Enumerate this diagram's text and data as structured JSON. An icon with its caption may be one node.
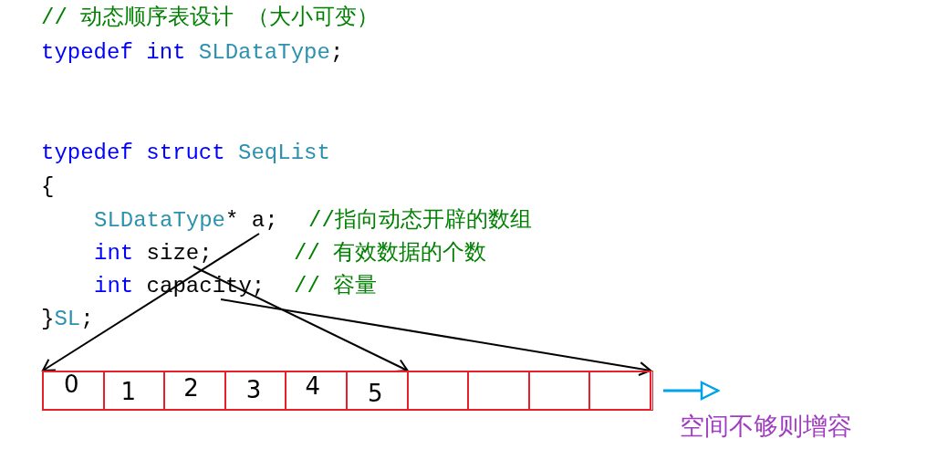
{
  "diagram": {
    "nodes": [
      {
        "text": [
          "SLDataType* a;",
          "//指向动态开辟的数组"
        ]
      },
      {
        "text": [
          "int size;",
          "// 有效数据的个数"
        ]
      },
      {
        "text": [
          "int capacity;",
          "// 容量"
        ]
      },
      {
        "text": [],
        "shape": "bar"
      },
      {
        "text": [
          "0"
        ],
        "in": 3
      },
      {
        "text": [
          "1"
        ],
        "in": 3
      },
      {
        "text": [
          "2"
        ],
        "in": 3
      },
      {
        "text": [
          "3"
        ],
        "in": 3
      },
      {
        "text": [
          "4"
        ],
        "in": 3
      },
      {
        "text": [
          "5"
        ],
        "in": 3
      },
      {
        "text": [],
        "shape": "box",
        "in": 3
      },
      {
        "text": [],
        "shape": "box",
        "in": 3
      },
      {
        "text": [],
        "shape": "box",
        "in": 3
      },
      {
        "text": [],
        "shape": "box",
        "in": 3
      }
    ],
    "edges": [
      {
        "from": 0,
        "to": 4,
        "arrow": "to"
      },
      {
        "from": 1,
        "to": 9,
        "arrow": "to"
      },
      {
        "from": 2,
        "to": 13,
        "arrow": "to"
      },
      {
        "from": 3,
        "to": null,
        "arrow": "to",
        "color": "#00a2e8"
      }
    ],
    "labels": [
      "// 动态顺序表设计 （大小可变）",
      "typedef int SLDataType;",
      "typedef struct SeqList",
      "{",
      "}SL;",
      "空间不够则增容"
    ]
  }
}
